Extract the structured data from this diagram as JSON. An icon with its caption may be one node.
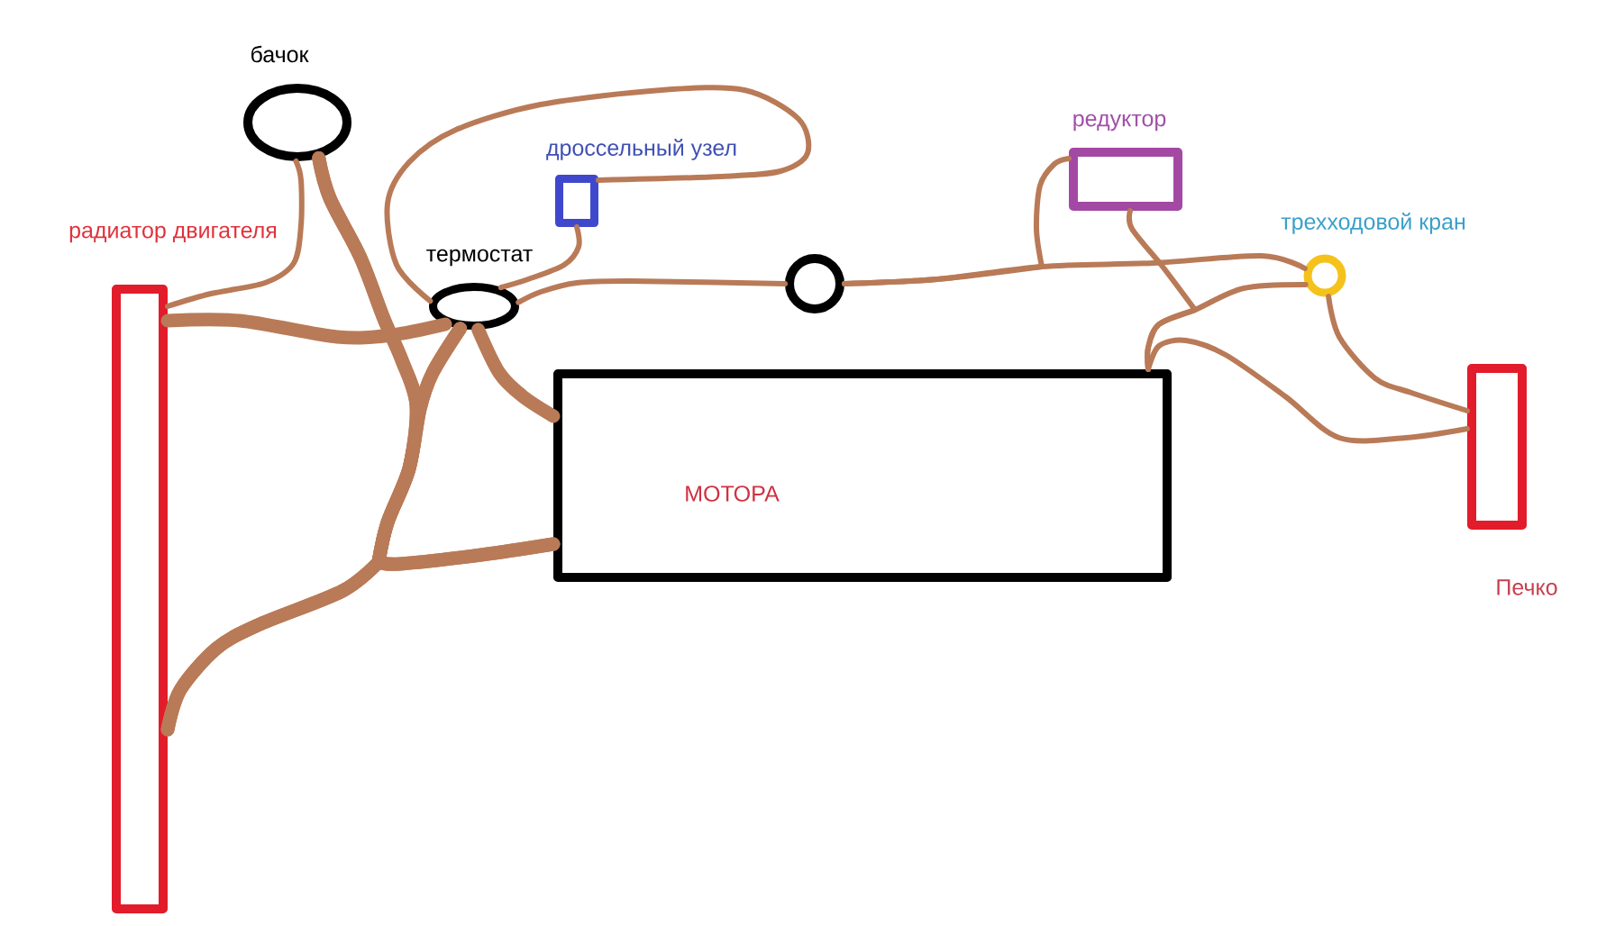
{
  "diagram": {
    "nodes": [
      {
        "text": [
          "радиатор двигателя"
        ]
      },
      {
        "text": [
          "бачок"
        ]
      },
      {
        "text": [
          "термостат"
        ]
      },
      {
        "text": [
          "дроссельный узел"
        ]
      },
      {
        "text": [],
        "shape": "circle"
      },
      {
        "text": [
          "редуктор"
        ]
      },
      {
        "text": [
          "трехходовой кран"
        ]
      },
      {
        "text": [
          "МОТОРА"
        ]
      },
      {
        "text": [
          "Печко"
        ]
      }
    ],
    "edges": [
      {
        "from": 0,
        "to": 1,
        "arrow": "none"
      },
      {
        "from": 0,
        "to": 2,
        "arrow": "none",
        "style": "thick"
      },
      {
        "from": 2,
        "to": 7,
        "arrow": "none",
        "style": "thick"
      },
      {
        "from": 2,
        "to": 0,
        "arrow": "none",
        "style": "thick"
      },
      {
        "from": 2,
        "to": 7,
        "arrow": "none",
        "style": "thick"
      },
      {
        "from": 1,
        "to": 0,
        "arrow": "none",
        "style": "thick"
      },
      {
        "from": 1,
        "to": 7,
        "arrow": "none",
        "style": "thick"
      },
      {
        "from": 2,
        "to": 3,
        "arrow": "none"
      },
      {
        "from": 3,
        "to": 2,
        "arrow": "none"
      },
      {
        "from": 2,
        "to": 4,
        "arrow": "none"
      },
      {
        "from": 4,
        "to": 5,
        "arrow": "none"
      },
      {
        "from": 4,
        "to": 6,
        "arrow": "none"
      },
      {
        "from": 5,
        "to": 7,
        "arrow": "none"
      },
      {
        "from": 6,
        "to": 7,
        "arrow": "none"
      },
      {
        "from": 7,
        "to": 8,
        "arrow": "none"
      },
      {
        "from": 6,
        "to": 8,
        "arrow": "none"
      }
    ]
  }
}
